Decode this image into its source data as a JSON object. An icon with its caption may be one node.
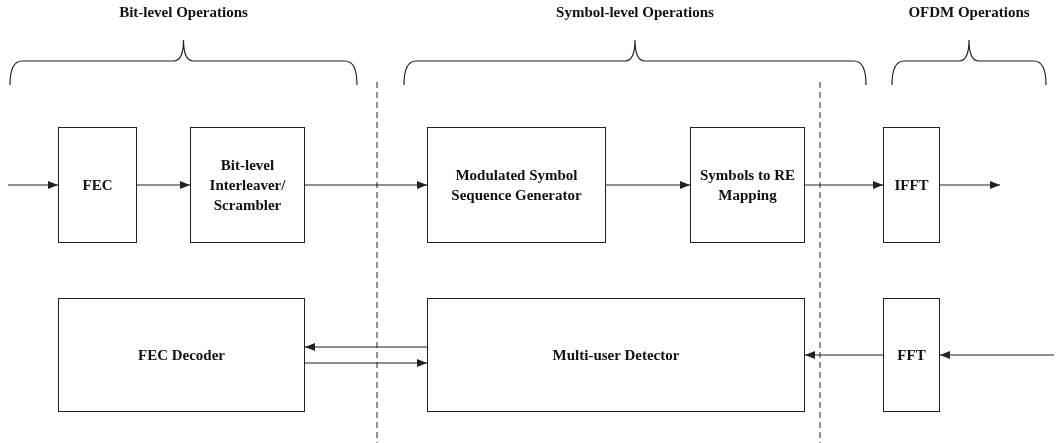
{
  "diagram": {
    "nodes": [
      {
        "text": [
          "FEC"
        ]
      },
      {
        "text": [
          "Bit-level Interleaver/ Scrambler"
        ]
      },
      {
        "text": [
          "Modulated Symbol Sequence Generator"
        ]
      },
      {
        "text": [
          "Symbols to RE Mapping"
        ]
      },
      {
        "text": [
          "IFFT"
        ]
      },
      {
        "text": [
          "FEC Decoder"
        ]
      },
      {
        "text": [
          "Multi-user Detector"
        ]
      },
      {
        "text": [
          "FFT"
        ]
      }
    ],
    "edges": [
      {
        "from": null,
        "to": 0,
        "arrow": "to"
      },
      {
        "from": 0,
        "to": 1,
        "arrow": "to"
      },
      {
        "from": 1,
        "to": 2,
        "arrow": "to"
      },
      {
        "from": 2,
        "to": 3,
        "arrow": "to"
      },
      {
        "from": 3,
        "to": 4,
        "arrow": "to"
      },
      {
        "from": 4,
        "to": null,
        "arrow": "to"
      },
      {
        "from": null,
        "to": 7,
        "arrow": "to"
      },
      {
        "from": 7,
        "to": 6,
        "arrow": "to"
      },
      {
        "from": 6,
        "to": 5,
        "arrow": "to"
      },
      {
        "from": 5,
        "to": 6,
        "arrow": "to"
      }
    ],
    "labels": [
      "Bit-level Operations",
      "Symbol-level Operations",
      "OFDM Operations"
    ]
  }
}
